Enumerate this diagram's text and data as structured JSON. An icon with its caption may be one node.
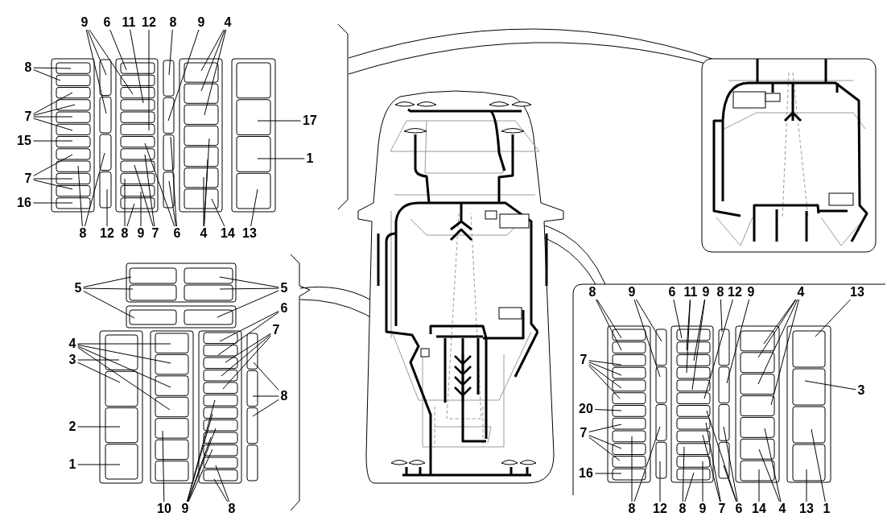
{
  "diagram": {
    "nodes": [
      {
        "text": [
          "9"
        ]
      },
      {
        "text": [
          "6"
        ]
      },
      {
        "text": [
          "11"
        ]
      },
      {
        "text": [
          "12"
        ]
      },
      {
        "text": [
          "8"
        ]
      },
      {
        "text": [
          "9"
        ]
      },
      {
        "text": [
          "4"
        ]
      },
      {
        "text": [
          "8"
        ]
      },
      {
        "text": [
          "7"
        ]
      },
      {
        "text": [
          "15"
        ]
      },
      {
        "text": [
          "17"
        ]
      },
      {
        "text": [
          "1"
        ]
      },
      {
        "text": [
          "7"
        ]
      },
      {
        "text": [
          "16"
        ]
      },
      {
        "text": [
          "8"
        ]
      },
      {
        "text": [
          "12"
        ]
      },
      {
        "text": [
          "8"
        ]
      },
      {
        "text": [
          "9"
        ]
      },
      {
        "text": [
          "7"
        ]
      },
      {
        "text": [
          "6"
        ]
      },
      {
        "text": [
          "4"
        ]
      },
      {
        "text": [
          "14"
        ]
      },
      {
        "text": [
          "13"
        ]
      },
      {
        "text": [
          "5"
        ]
      },
      {
        "text": [
          "5"
        ]
      },
      {
        "text": [
          "6"
        ]
      },
      {
        "text": [
          "7"
        ]
      },
      {
        "text": [
          "4"
        ]
      },
      {
        "text": [
          "3"
        ]
      },
      {
        "text": [
          "8"
        ]
      },
      {
        "text": [
          "2"
        ]
      },
      {
        "text": [
          "1"
        ]
      },
      {
        "text": [
          "10"
        ]
      },
      {
        "text": [
          "9"
        ]
      },
      {
        "text": [
          "8"
        ]
      },
      {
        "text": [
          "8"
        ]
      },
      {
        "text": [
          "9"
        ]
      },
      {
        "text": [
          "6"
        ]
      },
      {
        "text": [
          "11"
        ]
      },
      {
        "text": [
          "9"
        ]
      },
      {
        "text": [
          "8"
        ]
      },
      {
        "text": [
          "12"
        ]
      },
      {
        "text": [
          "9"
        ]
      },
      {
        "text": [
          "4"
        ]
      },
      {
        "text": [
          "13"
        ]
      },
      {
        "text": [
          "7"
        ]
      },
      {
        "text": [
          "3"
        ]
      },
      {
        "text": [
          "20"
        ]
      },
      {
        "text": [
          "7"
        ]
      },
      {
        "text": [
          "16"
        ]
      },
      {
        "text": [
          "8"
        ]
      },
      {
        "text": [
          "12"
        ]
      },
      {
        "text": [
          "8"
        ]
      },
      {
        "text": [
          "9"
        ]
      },
      {
        "text": [
          "7"
        ]
      },
      {
        "text": [
          "6"
        ]
      },
      {
        "text": [
          "14"
        ]
      },
      {
        "text": [
          "4"
        ]
      },
      {
        "text": [
          "13"
        ]
      },
      {
        "text": [
          "1"
        ]
      }
    ],
    "edges": [
      {
        "from": 0,
        "to": null,
        "arrow": "none"
      },
      {
        "from": 0,
        "to": null,
        "arrow": "none"
      },
      {
        "from": 0,
        "to": null,
        "arrow": "none"
      },
      {
        "from": 1,
        "to": null,
        "arrow": "none"
      },
      {
        "from": 2,
        "to": null,
        "arrow": "none"
      },
      {
        "from": 3,
        "to": null,
        "arrow": "none"
      },
      {
        "from": 4,
        "to": null,
        "arrow": "none"
      },
      {
        "from": 5,
        "to": null,
        "arrow": "none"
      },
      {
        "from": 6,
        "to": null,
        "arrow": "none"
      },
      {
        "from": 6,
        "to": null,
        "arrow": "none"
      },
      {
        "from": 6,
        "to": null,
        "arrow": "none"
      },
      {
        "from": 7,
        "to": null,
        "arrow": "none"
      },
      {
        "from": 7,
        "to": null,
        "arrow": "none"
      },
      {
        "from": 8,
        "to": null,
        "arrow": "none"
      },
      {
        "from": 8,
        "to": null,
        "arrow": "none"
      },
      {
        "from": 8,
        "to": null,
        "arrow": "none"
      },
      {
        "from": 8,
        "to": null,
        "arrow": "none"
      },
      {
        "from": 9,
        "to": null,
        "arrow": "none"
      },
      {
        "from": 10,
        "to": null,
        "arrow": "none"
      },
      {
        "from": 11,
        "to": null,
        "arrow": "none"
      },
      {
        "from": 12,
        "to": null,
        "arrow": "none"
      },
      {
        "from": 12,
        "to": null,
        "arrow": "none"
      },
      {
        "from": 12,
        "to": null,
        "arrow": "none"
      },
      {
        "from": 13,
        "to": null,
        "arrow": "none"
      },
      {
        "from": 14,
        "to": null,
        "arrow": "none"
      },
      {
        "from": 14,
        "to": null,
        "arrow": "none"
      },
      {
        "from": 15,
        "to": null,
        "arrow": "none"
      },
      {
        "from": 16,
        "to": null,
        "arrow": "none"
      },
      {
        "from": 16,
        "to": null,
        "arrow": "none"
      },
      {
        "from": 17,
        "to": null,
        "arrow": "none"
      },
      {
        "from": 18,
        "to": null,
        "arrow": "none"
      },
      {
        "from": 18,
        "to": null,
        "arrow": "none"
      },
      {
        "from": 19,
        "to": null,
        "arrow": "none"
      },
      {
        "from": 19,
        "to": null,
        "arrow": "none"
      },
      {
        "from": 19,
        "to": null,
        "arrow": "none"
      },
      {
        "from": 20,
        "to": null,
        "arrow": "none"
      },
      {
        "from": 20,
        "to": null,
        "arrow": "none"
      },
      {
        "from": 20,
        "to": null,
        "arrow": "none"
      },
      {
        "from": 21,
        "to": null,
        "arrow": "none"
      },
      {
        "from": 22,
        "to": null,
        "arrow": "none"
      },
      {
        "from": 23,
        "to": null,
        "arrow": "none"
      },
      {
        "from": 23,
        "to": null,
        "arrow": "none"
      },
      {
        "from": 23,
        "to": null,
        "arrow": "none"
      },
      {
        "from": 24,
        "to": null,
        "arrow": "none"
      },
      {
        "from": 24,
        "to": null,
        "arrow": "none"
      },
      {
        "from": 24,
        "to": null,
        "arrow": "none"
      },
      {
        "from": 25,
        "to": null,
        "arrow": "none"
      },
      {
        "from": 25,
        "to": null,
        "arrow": "none"
      },
      {
        "from": 26,
        "to": null,
        "arrow": "none"
      },
      {
        "from": 26,
        "to": null,
        "arrow": "none"
      },
      {
        "from": 26,
        "to": null,
        "arrow": "none"
      },
      {
        "from": 27,
        "to": null,
        "arrow": "none"
      },
      {
        "from": 27,
        "to": null,
        "arrow": "none"
      },
      {
        "from": 27,
        "to": null,
        "arrow": "none"
      },
      {
        "from": 27,
        "to": null,
        "arrow": "none"
      },
      {
        "from": 28,
        "to": null,
        "arrow": "none"
      },
      {
        "from": 28,
        "to": null,
        "arrow": "none"
      },
      {
        "from": 29,
        "to": null,
        "arrow": "none"
      },
      {
        "from": 29,
        "to": null,
        "arrow": "none"
      },
      {
        "from": 29,
        "to": null,
        "arrow": "none"
      },
      {
        "from": 30,
        "to": null,
        "arrow": "none"
      },
      {
        "from": 31,
        "to": null,
        "arrow": "none"
      },
      {
        "from": 32,
        "to": null,
        "arrow": "none"
      },
      {
        "from": 33,
        "to": null,
        "arrow": "none"
      },
      {
        "from": 33,
        "to": null,
        "arrow": "none"
      },
      {
        "from": 33,
        "to": null,
        "arrow": "none"
      },
      {
        "from": 33,
        "to": null,
        "arrow": "none"
      },
      {
        "from": 33,
        "to": null,
        "arrow": "none"
      },
      {
        "from": 34,
        "to": null,
        "arrow": "none"
      },
      {
        "from": 34,
        "to": null,
        "arrow": "none"
      },
      {
        "from": 35,
        "to": null,
        "arrow": "none"
      },
      {
        "from": 35,
        "to": null,
        "arrow": "none"
      },
      {
        "from": 36,
        "to": null,
        "arrow": "none"
      },
      {
        "from": 36,
        "to": null,
        "arrow": "none"
      },
      {
        "from": 37,
        "to": null,
        "arrow": "none"
      },
      {
        "from": 38,
        "to": null,
        "arrow": "none"
      },
      {
        "from": 38,
        "to": null,
        "arrow": "none"
      },
      {
        "from": 39,
        "to": null,
        "arrow": "none"
      },
      {
        "from": 39,
        "to": null,
        "arrow": "none"
      },
      {
        "from": 40,
        "to": null,
        "arrow": "none"
      },
      {
        "from": 41,
        "to": null,
        "arrow": "none"
      },
      {
        "from": 42,
        "to": null,
        "arrow": "none"
      },
      {
        "from": 43,
        "to": null,
        "arrow": "none"
      },
      {
        "from": 43,
        "to": null,
        "arrow": "none"
      },
      {
        "from": 43,
        "to": null,
        "arrow": "none"
      },
      {
        "from": 43,
        "to": null,
        "arrow": "none"
      },
      {
        "from": 44,
        "to": null,
        "arrow": "none"
      },
      {
        "from": 45,
        "to": null,
        "arrow": "none"
      },
      {
        "from": 45,
        "to": null,
        "arrow": "none"
      },
      {
        "from": 45,
        "to": null,
        "arrow": "none"
      },
      {
        "from": 45,
        "to": null,
        "arrow": "none"
      },
      {
        "from": 46,
        "to": null,
        "arrow": "none"
      },
      {
        "from": 47,
        "to": null,
        "arrow": "none"
      },
      {
        "from": 48,
        "to": null,
        "arrow": "none"
      },
      {
        "from": 48,
        "to": null,
        "arrow": "none"
      },
      {
        "from": 48,
        "to": null,
        "arrow": "none"
      },
      {
        "from": 49,
        "to": null,
        "arrow": "none"
      },
      {
        "from": 50,
        "to": null,
        "arrow": "none"
      },
      {
        "from": 50,
        "to": null,
        "arrow": "none"
      },
      {
        "from": 51,
        "to": null,
        "arrow": "none"
      },
      {
        "from": 52,
        "to": null,
        "arrow": "none"
      },
      {
        "from": 52,
        "to": null,
        "arrow": "none"
      },
      {
        "from": 53,
        "to": null,
        "arrow": "none"
      },
      {
        "from": 54,
        "to": null,
        "arrow": "none"
      },
      {
        "from": 54,
        "to": null,
        "arrow": "none"
      },
      {
        "from": 55,
        "to": null,
        "arrow": "none"
      },
      {
        "from": 55,
        "to": null,
        "arrow": "none"
      },
      {
        "from": 55,
        "to": null,
        "arrow": "none"
      },
      {
        "from": 56,
        "to": null,
        "arrow": "none"
      },
      {
        "from": 57,
        "to": null,
        "arrow": "none"
      },
      {
        "from": 57,
        "to": null,
        "arrow": "none"
      },
      {
        "from": 58,
        "to": null,
        "arrow": "none"
      },
      {
        "from": 59,
        "to": null,
        "arrow": "none"
      }
    ]
  }
}
